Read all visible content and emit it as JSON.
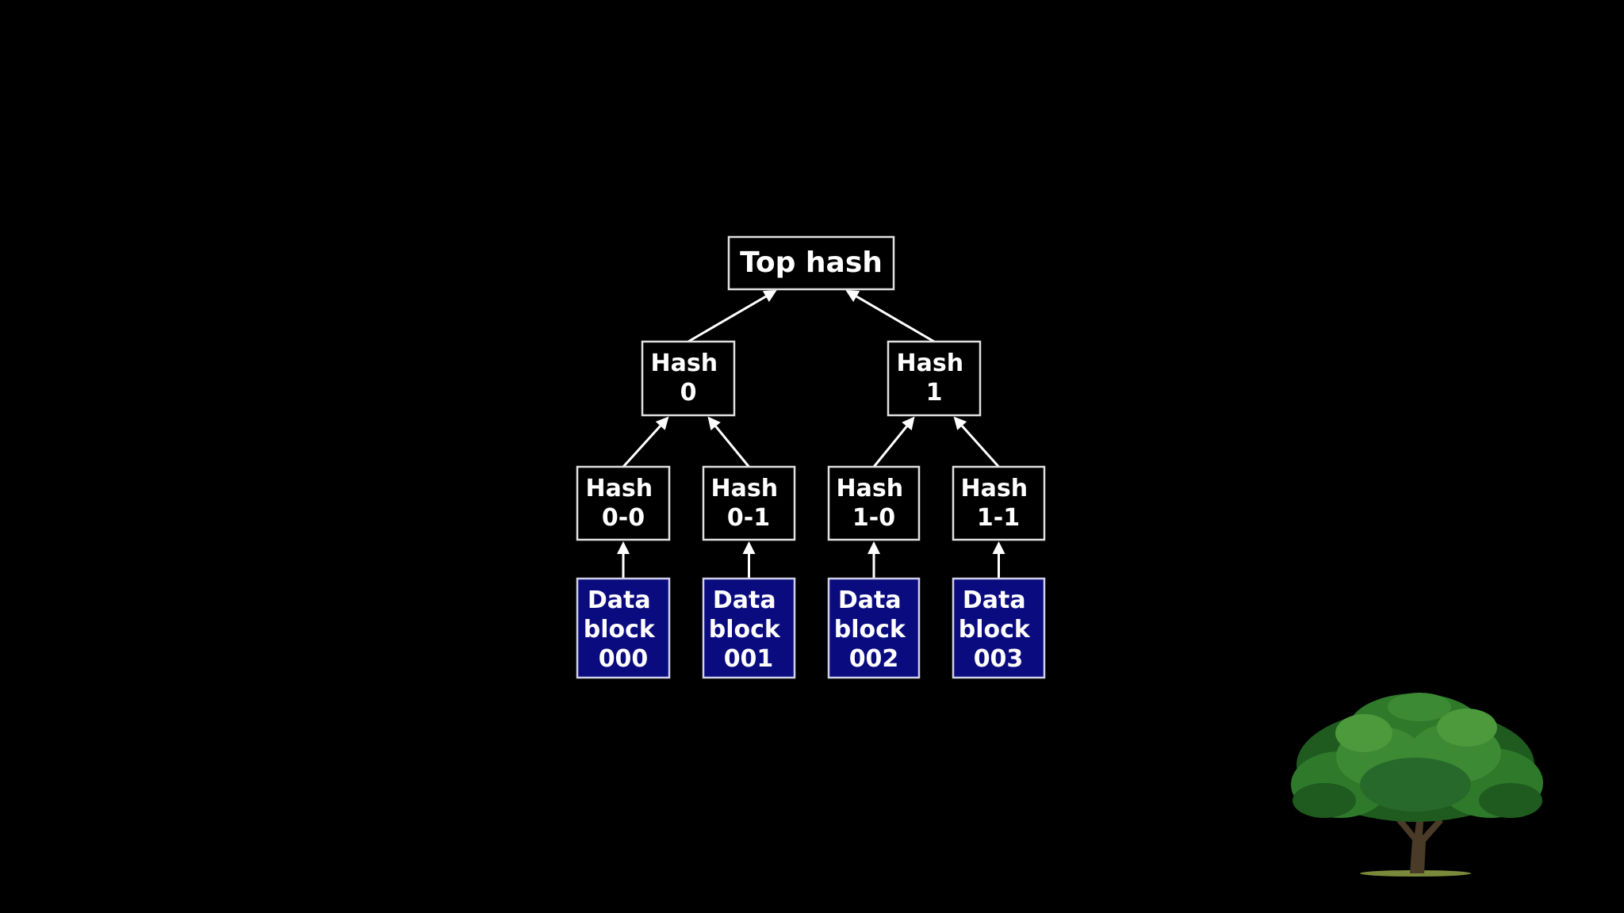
{
  "diagram": {
    "colors": {
      "background": "#000000",
      "hash_fill": "#000000",
      "hash_border": "#e0e0e0",
      "data_fill": "#0b0b80",
      "data_border": "#d0d0e8",
      "text": "#ffffff",
      "arrow": "#ffffff"
    },
    "nodes": {
      "top": {
        "lines": [
          "Top hash"
        ]
      },
      "h0": {
        "lines": [
          "Hash",
          "0"
        ]
      },
      "h1": {
        "lines": [
          "Hash",
          "1"
        ]
      },
      "h00": {
        "lines": [
          "Hash",
          "0-0"
        ]
      },
      "h01": {
        "lines": [
          "Hash",
          "0-1"
        ]
      },
      "h10": {
        "lines": [
          "Hash",
          "1-0"
        ]
      },
      "h11": {
        "lines": [
          "Hash",
          "1-1"
        ]
      },
      "d000": {
        "lines": [
          "Data",
          "block",
          "000"
        ]
      },
      "d001": {
        "lines": [
          "Data",
          "block",
          "001"
        ]
      },
      "d002": {
        "lines": [
          "Data",
          "block",
          "002"
        ]
      },
      "d003": {
        "lines": [
          "Data",
          "block",
          "003"
        ]
      }
    },
    "edges": [
      {
        "from": "h0",
        "to": "top"
      },
      {
        "from": "h1",
        "to": "top"
      },
      {
        "from": "h00",
        "to": "h0"
      },
      {
        "from": "h01",
        "to": "h0"
      },
      {
        "from": "h10",
        "to": "h1"
      },
      {
        "from": "h11",
        "to": "h1"
      },
      {
        "from": "d000",
        "to": "h00"
      },
      {
        "from": "d001",
        "to": "h01"
      },
      {
        "from": "d002",
        "to": "h10"
      },
      {
        "from": "d003",
        "to": "h11"
      }
    ]
  },
  "decoration": {
    "tree_icon": "tree-illustration",
    "colors": {
      "foliage_dark": "#1f5a1f",
      "foliage_mid": "#2e7a2a",
      "foliage_light": "#4c9a3c",
      "trunk": "#4a3a28",
      "grass": "#7a8a3a"
    }
  }
}
